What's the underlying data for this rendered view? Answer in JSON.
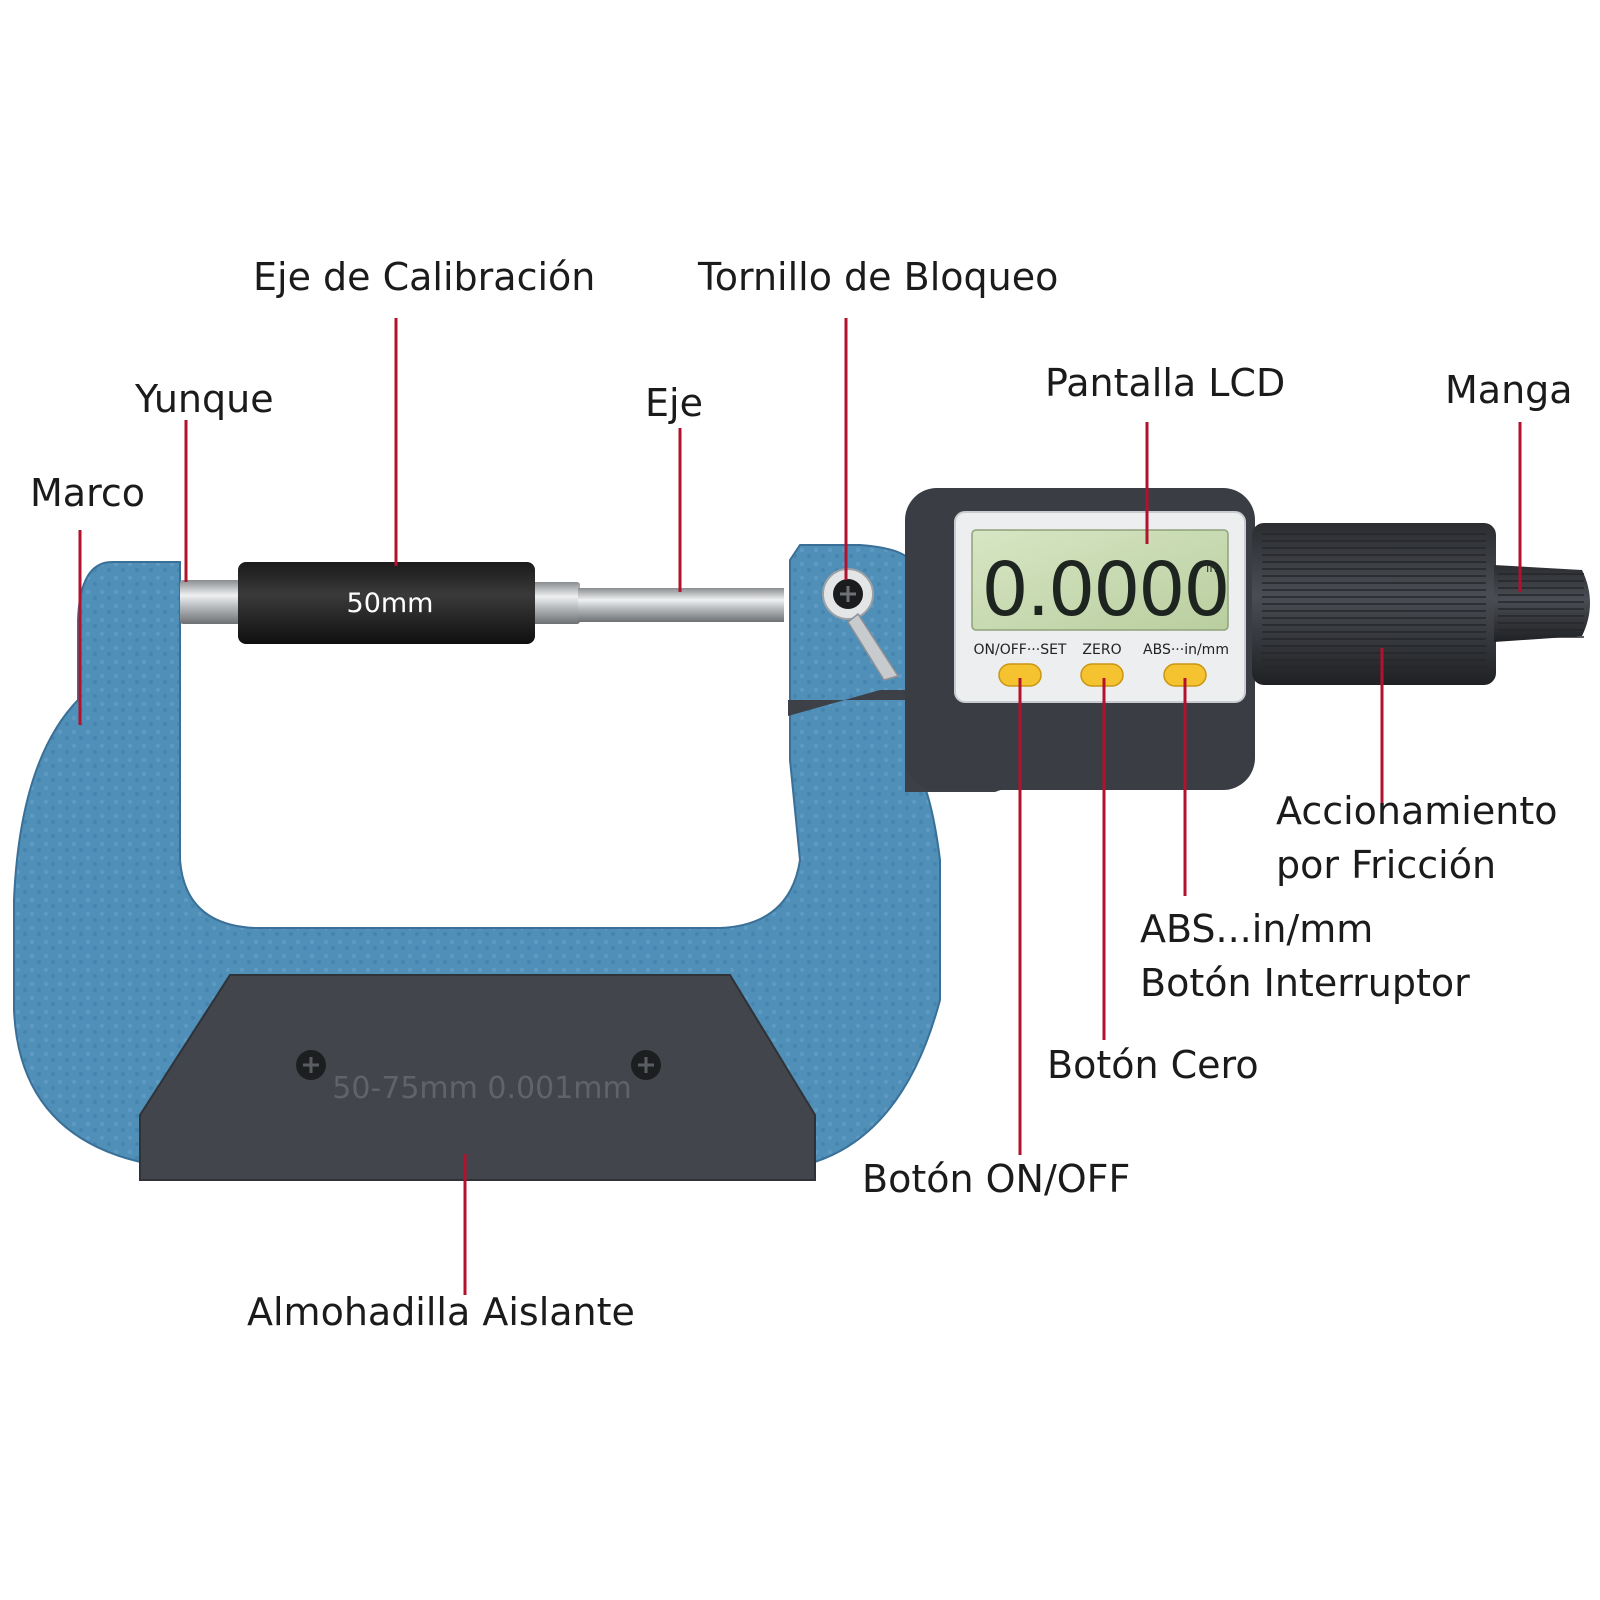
{
  "labels": {
    "eje_calibracion": "Eje de Calibración",
    "tornillo_bloqueo": "Tornillo de Bloqueo",
    "yunque": "Yunque",
    "eje": "Eje",
    "pantalla_lcd": "Pantalla LCD",
    "manga": "Manga",
    "marco": "Marco",
    "accionamiento_1": "Accionamiento",
    "accionamiento_2": "por Fricción",
    "abs_1": "ABS...in/mm",
    "abs_2": "Botón Interruptor",
    "boton_cero": "Botón Cero",
    "boton_onoff": "Botón ON/OFF",
    "almohadilla": "Almohadilla Aislante"
  },
  "device": {
    "standard_label": "50mm",
    "lcd_reading": "0.0000",
    "lcd_unit": "in",
    "button_onoff_set": "ON/OFF···SET",
    "button_zero": "ZERO",
    "button_abs": "ABS···in/mm",
    "pad_engraving": "50-75mm  0.001mm"
  },
  "colors": {
    "frame_blue": "#4f8fb8",
    "leader_red": "#b3122e",
    "housing_gray": "#3d4046",
    "lcd_green": "#c9dcb4",
    "button_yellow": "#f5c230"
  }
}
